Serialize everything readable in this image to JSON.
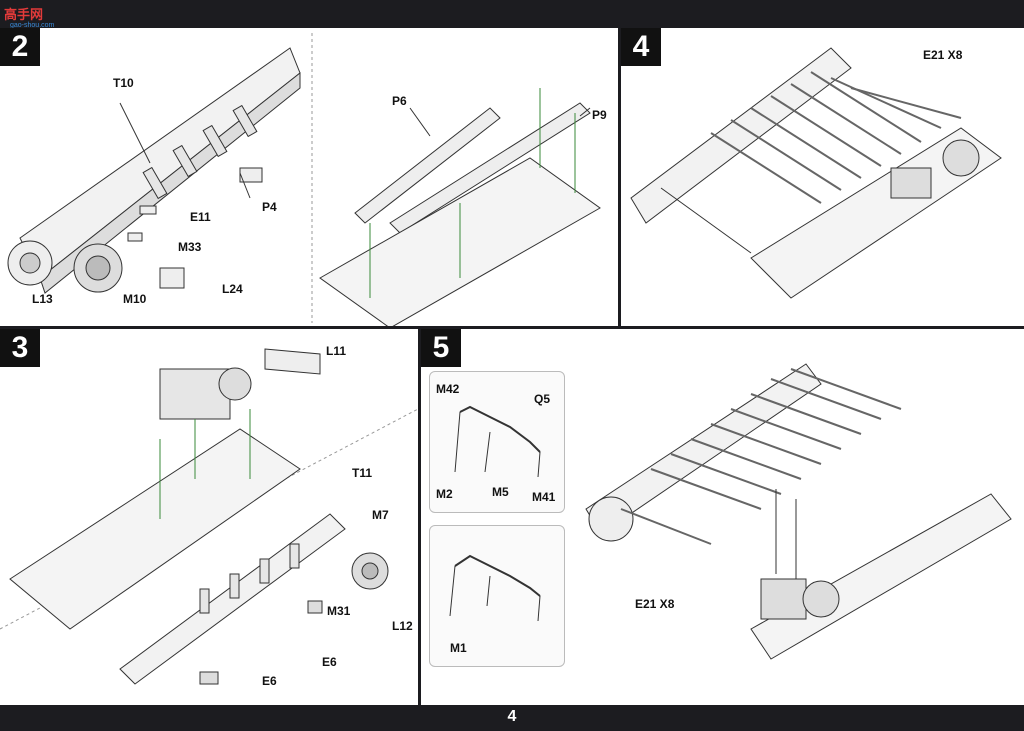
{
  "watermark": {
    "text": "高手网",
    "sub": "gao-shou.com"
  },
  "page_number": "4",
  "steps": {
    "s2": {
      "number": "2",
      "labels": {
        "t10": "T10",
        "e11": "E11",
        "m33": "M33",
        "p4": "P4",
        "l13": "L13",
        "m10": "M10",
        "l24": "L24",
        "p6": "P6",
        "p9": "P9"
      }
    },
    "s3": {
      "number": "3",
      "labels": {
        "l11": "L11",
        "t11": "T11",
        "m7": "M7",
        "m31": "M31",
        "l12": "L12",
        "e6a": "E6",
        "e6b": "E6"
      }
    },
    "s4": {
      "number": "4",
      "labels": {
        "e21": "E21 X8"
      }
    },
    "s5": {
      "number": "5",
      "labels": {
        "m42": "M42",
        "q5": "Q5",
        "m2": "M2",
        "m5": "M5",
        "m41": "M41",
        "m1": "M1",
        "e21": "E21 X8"
      }
    }
  }
}
